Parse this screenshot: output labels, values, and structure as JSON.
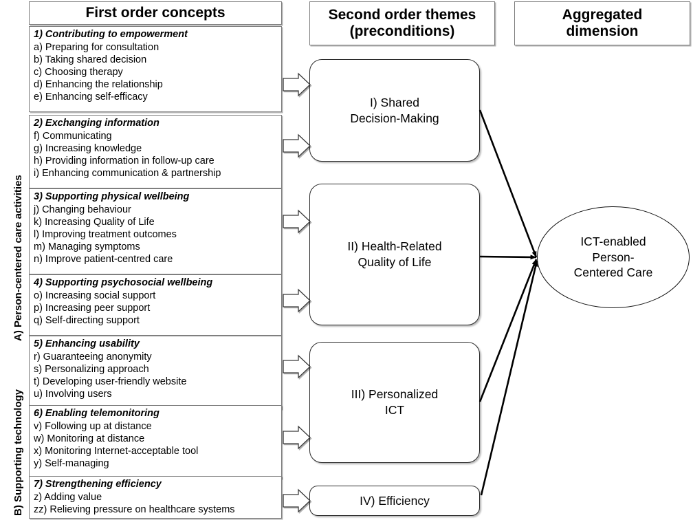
{
  "headers": {
    "first_order": "First order concepts",
    "second_order_line1": "Second order themes",
    "second_order_line2": "(preconditions)",
    "aggregated_line1": "Aggregated",
    "aggregated_line2": "dimension"
  },
  "side_labels": {
    "a": "A) Person-centered care activities",
    "b": "B) Supporting technology"
  },
  "first_order_groups": [
    {
      "title": "1) Contributing to empowerment",
      "items": [
        "a) Preparing for consultation",
        "b) Taking shared decision",
        "c) Choosing therapy",
        "d) Enhancing the relationship",
        "e) Enhancing self-efficacy"
      ]
    },
    {
      "title": "2) Exchanging information",
      "items": [
        "f) Communicating",
        "g) Increasing knowledge",
        "h) Providing information in follow-up care",
        "i) Enhancing communication & partnership"
      ]
    },
    {
      "title": "3) Supporting physical wellbeing",
      "items": [
        "j) Changing behaviour",
        "k) Increasing Quality of Life",
        "l) Improving treatment outcomes",
        "m) Managing symptoms",
        "n) Improve patient-centred care"
      ]
    },
    {
      "title": "4) Supporting psychosocial wellbeing",
      "items": [
        "o) Increasing social support",
        "p) Increasing peer support",
        "q) Self-directing support"
      ]
    },
    {
      "title": "5) Enhancing usability",
      "items": [
        "r) Guaranteeing anonymity",
        "s) Personalizing approach",
        "t) Developing user-friendly website",
        "u) Involving users"
      ]
    },
    {
      "title": "6) Enabling telemonitoring",
      "items": [
        "v) Following up at distance",
        "w) Monitoring at distance",
        "x)  Monitoring Internet-acceptable tool",
        "y) Self-managing"
      ]
    },
    {
      "title": "7) Strengthening efficiency",
      "items": [
        "z) Adding value",
        "zz) Relieving pressure on healthcare systems"
      ]
    }
  ],
  "second_order_themes": [
    {
      "line1": "I) Shared",
      "line2": "Decision-Making"
    },
    {
      "line1": "II) Health-Related",
      "line2": "Quality of Life"
    },
    {
      "line1": "III) Personalized",
      "line2": "ICT"
    },
    {
      "line1": "IV) Efficiency",
      "line2": ""
    }
  ],
  "aggregated_dimension": {
    "line1": "ICT-enabled",
    "line2": "Person-",
    "line3": "Centered Care"
  },
  "colors": {
    "box_border": "#7f7f7f",
    "rounded_border": "#2b2b2b",
    "line": "#000000",
    "background": "#ffffff"
  }
}
